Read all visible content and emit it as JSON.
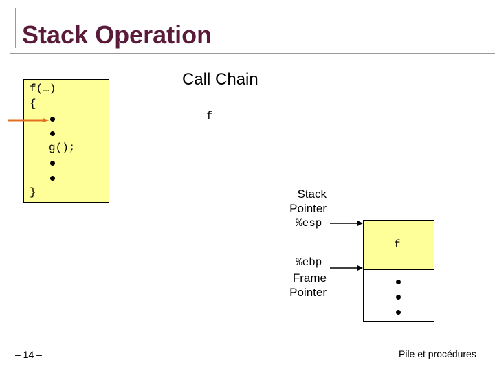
{
  "title": "Stack Operation",
  "code": {
    "line1": "f(…)",
    "line2": "{",
    "call": "g();",
    "close": "}"
  },
  "call_chain": {
    "heading": "Call Chain",
    "entry": "f"
  },
  "stack": {
    "sp_label_1": "Stack",
    "sp_label_2": "Pointer",
    "sp_reg": "%esp",
    "bp_reg": "%ebp",
    "bp_label_1": "Frame",
    "bp_label_2": "Pointer",
    "frame_label": "f"
  },
  "footer": {
    "page": "– 14 –",
    "course": "Pile et procédures"
  },
  "colors": {
    "title": "#5a1a3a",
    "highlight": "#ffff99",
    "pc_arrow": "#e07020"
  }
}
